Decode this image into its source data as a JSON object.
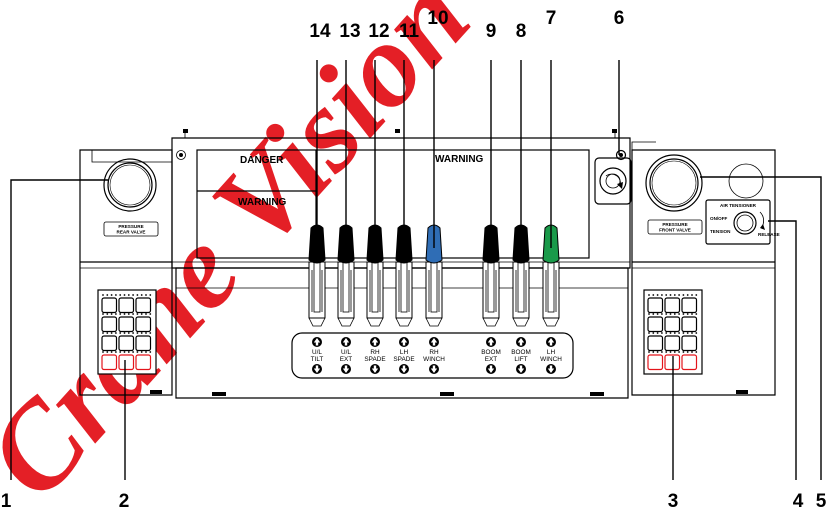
{
  "callouts": [
    "1",
    "2",
    "3",
    "4",
    "5",
    "6",
    "7",
    "8",
    "9",
    "10",
    "11",
    "12",
    "13",
    "14"
  ],
  "signs": {
    "danger": "DANGER",
    "warning_left": "WARNING",
    "warning_main": "WARNING"
  },
  "gauges": {
    "rear": {
      "line1": "PRESSURE",
      "line2": "REAR VALVE"
    },
    "front": {
      "line1": "PRESSURE",
      "line2": "FRONT VALVE"
    }
  },
  "tensioner": {
    "title": "AIR TENSIONER",
    "left_top": "ON/OFF",
    "left_bottom": "TENSION",
    "right": "RELEASE"
  },
  "levers": [
    {
      "callout": "14",
      "line1": "U/L",
      "line2": "TILT",
      "knob": "#000000"
    },
    {
      "callout": "13",
      "line1": "U/L",
      "line2": "EXT",
      "knob": "#000000"
    },
    {
      "callout": "12",
      "line1": "RH",
      "line2": "SPADE",
      "knob": "#000000"
    },
    {
      "callout": "11",
      "line1": "LH",
      "line2": "SPADE",
      "knob": "#000000"
    },
    {
      "callout": "10",
      "line1": "RH",
      "line2": "WINCH",
      "knob": "#2f6db5"
    },
    {
      "callout": "9",
      "line1": "BOOM",
      "line2": "EXT",
      "knob": "#000000"
    },
    {
      "callout": "8",
      "line1": "BOOM",
      "line2": "LIFT",
      "knob": "#000000"
    },
    {
      "callout": "7",
      "line1": "LH",
      "line2": "WINCH",
      "knob": "#1a9a4a"
    }
  ],
  "watermark": "Crane Vision",
  "colors": {
    "watermark": "#e3141b",
    "knob_blue": "#2f6db5",
    "knob_green": "#1a9a4a",
    "switch_red": "#e3141b",
    "ink": "#000000"
  }
}
